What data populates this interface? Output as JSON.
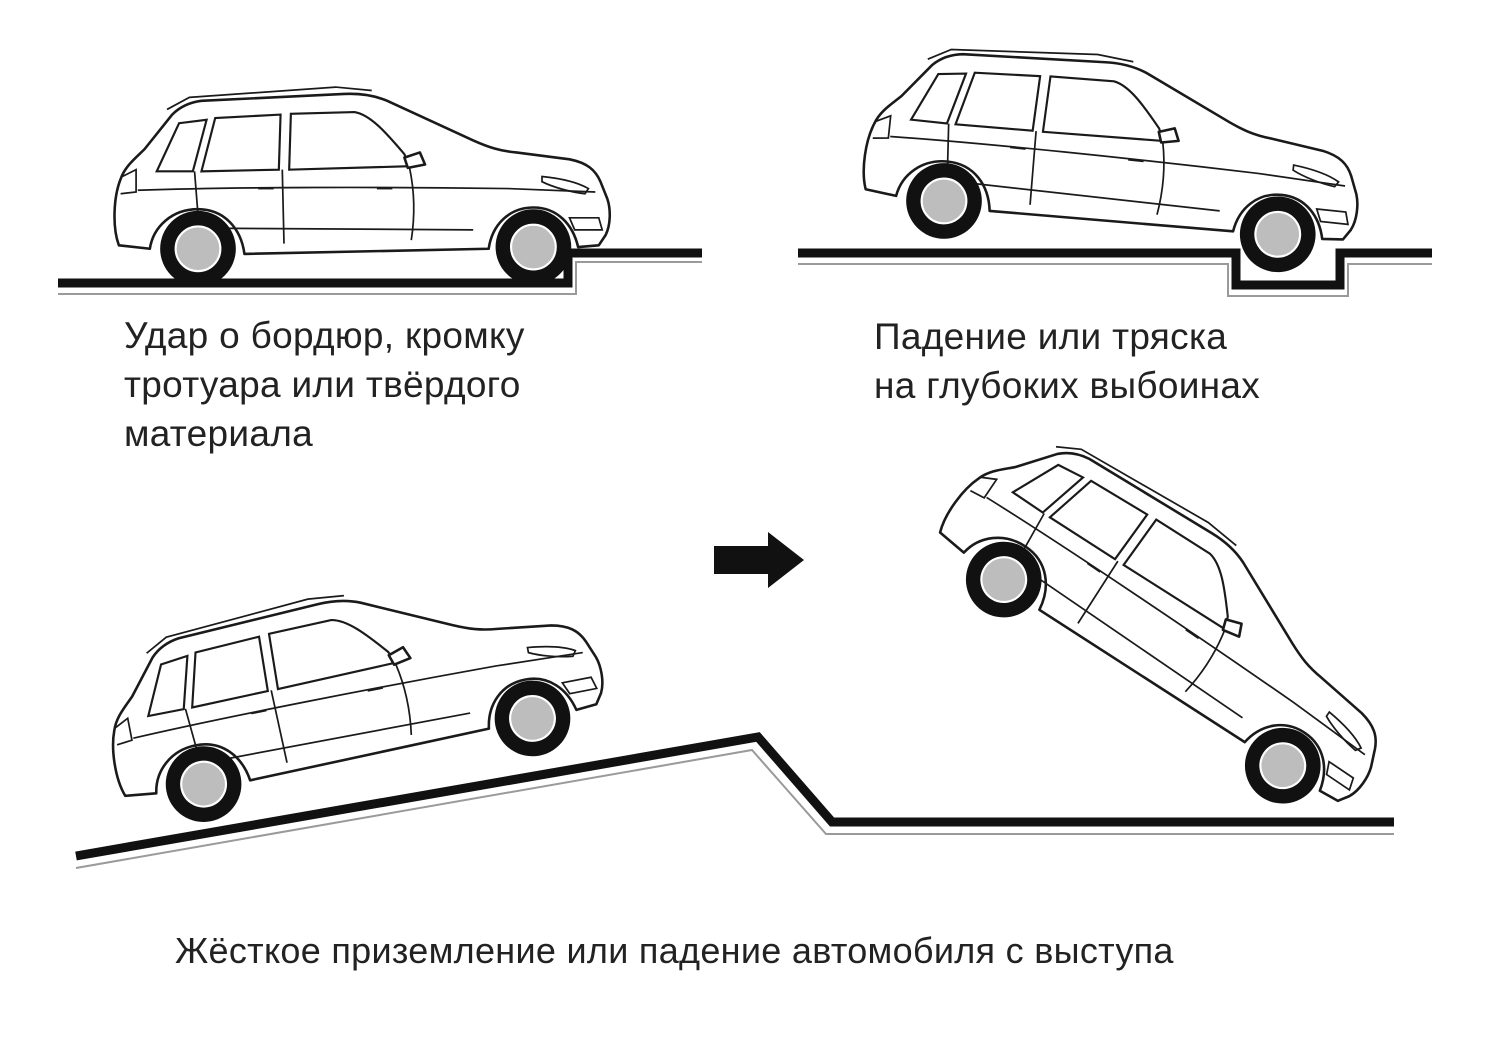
{
  "captions": {
    "curb_impact": "Удар о бордюр, кромку\nтротуара или твёрдого\nматериала",
    "potholes": "Падение или тряска\nна глубоких выбоинах",
    "hard_landing": "Жёсткое приземление или падение автомобиля с выступа"
  },
  "icons": {
    "car": "hatchback-car-icon",
    "arrow": "right-arrow-icon"
  },
  "colors": {
    "ink": "#111111",
    "text": "#222222",
    "wheel_rim": "#bdbdbd",
    "background": "#ffffff"
  }
}
